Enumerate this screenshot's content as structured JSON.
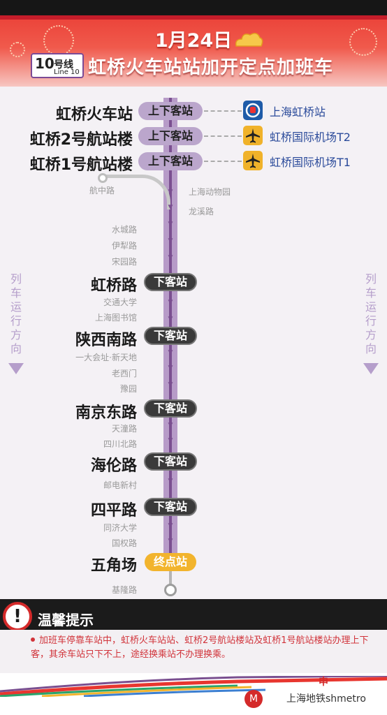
{
  "header": {
    "date": "1月24日",
    "line_number": "10",
    "line_hao": "号线",
    "line_en": "Line 10",
    "title": "虹桥火车站站加开定点加班车"
  },
  "colors": {
    "accent": "#e8362f",
    "line": "#7a4f90",
    "terminal": "#f2b42d"
  },
  "stations": {
    "s1": {
      "name": "虹桥火车站",
      "tag": "上下客站",
      "transfer": "上海虹桥站",
      "transfer_icon": "rail-icon"
    },
    "s2": {
      "name": "虹桥2号航站楼",
      "tag": "上下客站",
      "transfer": "虹桥国际机场T2",
      "transfer_icon": "airplane-icon"
    },
    "s3": {
      "name": "虹桥1号航站楼",
      "tag": "上下客站",
      "transfer": "虹桥国际机场T1",
      "transfer_icon": "airplane-icon"
    },
    "spur": "航中路",
    "minor1": "上海动物园",
    "minor2": "龙溪路",
    "minor3": "水城路",
    "minor4": "伊犁路",
    "minor5": "宋园路",
    "hqr": {
      "name": "虹桥路",
      "tag": "下客站"
    },
    "minor6": "交通大学",
    "minor7": "上海图书馆",
    "sxnl": {
      "name": "陕西南路",
      "tag": "下客站"
    },
    "minor8": "一大会址·新天地",
    "minor9": "老西门",
    "minor10": "豫园",
    "njdl": {
      "name": "南京东路",
      "tag": "下客站"
    },
    "minor11": "天潼路",
    "minor12": "四川北路",
    "hlr": {
      "name": "海伦路",
      "tag": "下客站"
    },
    "minor13": "邮电新村",
    "spl": {
      "name": "四平路",
      "tag": "下客站"
    },
    "minor14": "同济大学",
    "minor15": "国权路",
    "wjc": {
      "name": "五角场",
      "tag": "终点站"
    },
    "minor16": "基隆路"
  },
  "direction": {
    "left": "列车运行方向",
    "right": "列车运行方向"
  },
  "notice": {
    "title": "温馨提示",
    "text": "加班车停靠车站中，虹桥火车站站、虹桥2号航站楼站及虹桥1号航站楼站办理上下客，其余车站只下不上，途经换乘站不办理换乘。"
  },
  "footer": {
    "wechat": "上海地铁shmetro",
    "brand": "申"
  }
}
